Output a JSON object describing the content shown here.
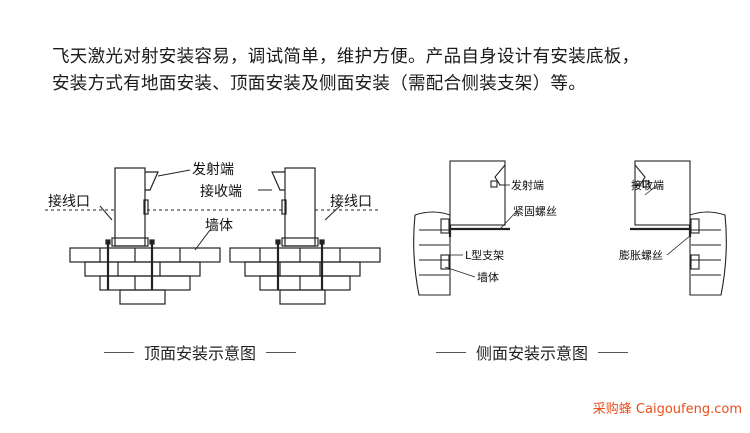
{
  "intro": {
    "line1": "飞天激光对射安装容易，调试简单，维护方便。产品自身设计有安装底板，",
    "line2": "安装方式有地面安装、顶面安装及侧面安装（需配合侧装支架）等。"
  },
  "top_diagram": {
    "caption": "顶面安装示意图",
    "labels": {
      "emitter": "发射端",
      "receiver": "接收端",
      "port_left": "接线口",
      "port_right": "接线口",
      "wall": "墙体"
    }
  },
  "side_diagram": {
    "caption": "侧面安装示意图",
    "labels": {
      "emitter": "发射端",
      "bolt": "紧固螺丝",
      "bracket": "L型支架",
      "wall": "墙体",
      "receiver": "接收端",
      "expansion_bolt": "膨胀螺丝"
    }
  },
  "watermark": "采购蜂 Caigoufeng.com"
}
